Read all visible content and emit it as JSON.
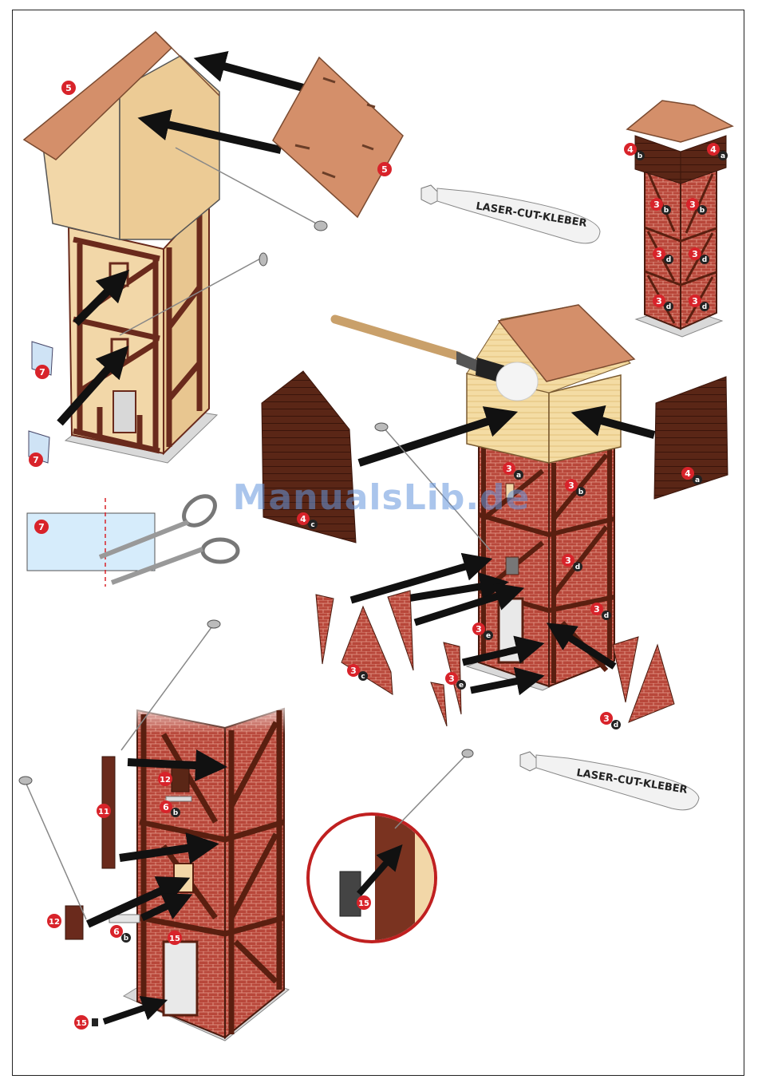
{
  "watermark": "ManualsLib.de",
  "glue_label": "LASER-CUT-KLEBER",
  "colors": {
    "wood": "#f2d7a8",
    "roof": "#d48f6a",
    "brick": "#b8473a",
    "beam": "#6a2a1c",
    "dark_wood": "#5a2616",
    "badge_red": "#d8232a",
    "badge_black": "#222222"
  },
  "badges": {
    "p5a": "5",
    "p5b": "5",
    "p7a": "7",
    "p7b": "7",
    "p7c": "7",
    "r4b": "4",
    "r4b_l": "b",
    "r4a": "4",
    "r4a_l": "a",
    "r3b1": "3",
    "r3b1_l": "b",
    "r3b2": "3",
    "r3b2_l": "b",
    "r3d1": "3",
    "r3d1_l": "d",
    "r3d2": "3",
    "r3d2_l": "d",
    "r3d3": "3",
    "r3d3_l": "d",
    "r3d4": "3",
    "r3d4_l": "d",
    "m3a": "3",
    "m3a_l": "a",
    "m3b": "3",
    "m3b_l": "b",
    "m3d1": "3",
    "m3d1_l": "d",
    "m3d2": "3",
    "m3d2_l": "d",
    "m4a": "4",
    "m4a_l": "a",
    "m4c": "4",
    "m4c_l": "c",
    "m3c": "3",
    "m3c_l": "c",
    "m3e1": "3",
    "m3e1_l": "e",
    "m3e2": "3",
    "m3e2_l": "e",
    "m3d3": "3",
    "m3d3_l": "d",
    "b12a": "12",
    "b6a": "6",
    "b6a_l": "b",
    "b11": "11",
    "b12b": "12",
    "b6b": "6",
    "b6b_l": "b",
    "b15a": "15",
    "b15b": "15",
    "b15c": "15"
  }
}
